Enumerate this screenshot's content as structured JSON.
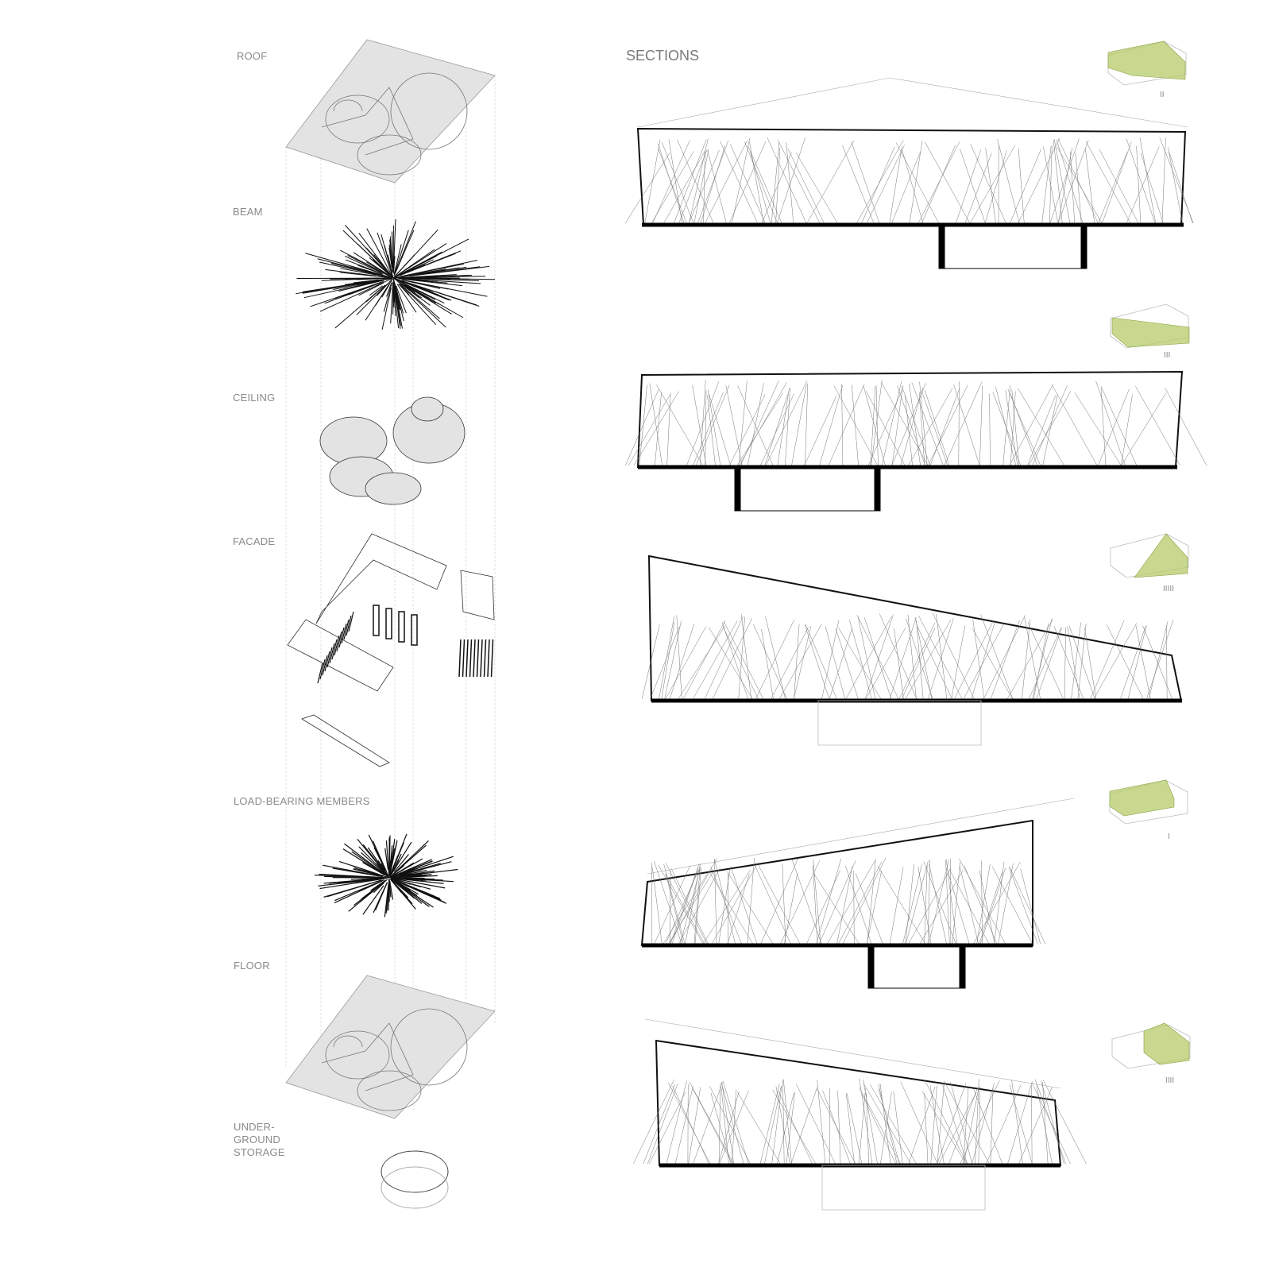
{
  "layers": [
    {
      "label": "ROOF"
    },
    {
      "label": "BEAM"
    },
    {
      "label": "CEILING"
    },
    {
      "label": "FACADE"
    },
    {
      "label": "LOAD-BEARING MEMBERS"
    },
    {
      "label": "FLOOR"
    },
    {
      "label": "UNDER-\nGROUND\nSTORAGE"
    }
  ],
  "sections": {
    "title": "SECTIONS",
    "items": [
      {
        "key_label": "II"
      },
      {
        "key_label": "III"
      },
      {
        "key_label": "IIIII"
      },
      {
        "key_label": "I"
      },
      {
        "key_label": "IIII"
      }
    ]
  },
  "colors": {
    "slab_fill": "#e3e3e3",
    "key_green": "#b5cc6a",
    "key_green_light": "#dbe6b4",
    "label_gray": "#8a8a8a"
  }
}
